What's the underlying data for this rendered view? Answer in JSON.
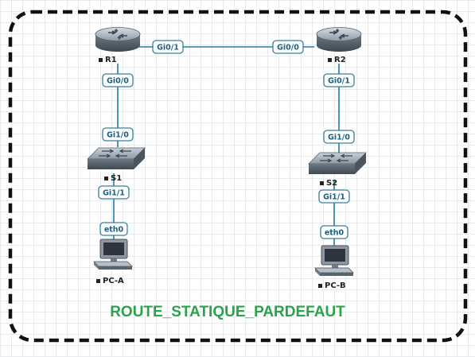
{
  "colors": {
    "boundary": "#111111",
    "link": "#1f7fa3",
    "title": "#2aa34b"
  },
  "devices": {
    "r1": {
      "label": "R1",
      "icon": "router-icon"
    },
    "r2": {
      "label": "R2",
      "icon": "router-icon"
    },
    "s1": {
      "label": "S1",
      "icon": "switch-icon"
    },
    "s2": {
      "label": "S2",
      "icon": "switch-icon"
    },
    "pca": {
      "label": "PC-A",
      "icon": "pc-icon"
    },
    "pcb": {
      "label": "PC-B",
      "icon": "pc-icon"
    }
  },
  "links": {
    "r1_r2": {
      "from": "R1",
      "from_port": "Gi0/1",
      "to": "R2",
      "to_port": "Gi0/0"
    },
    "r1_s1": {
      "from": "R1",
      "from_port": "Gi0/0",
      "to": "S1",
      "to_port": "Gi1/0"
    },
    "s1_pca": {
      "from": "S1",
      "from_port": "Gi1/1",
      "to": "PC-A",
      "to_port": "eth0"
    },
    "r2_s2": {
      "from": "R2",
      "from_port": "Gi0/1",
      "to": "S2",
      "to_port": "Gi1/0"
    },
    "s2_pcb": {
      "from": "S2",
      "from_port": "Gi1/1",
      "to": "PC-B",
      "to_port": "eth0"
    }
  },
  "title": "ROUTE_STATIQUE_PARDEFAUT"
}
